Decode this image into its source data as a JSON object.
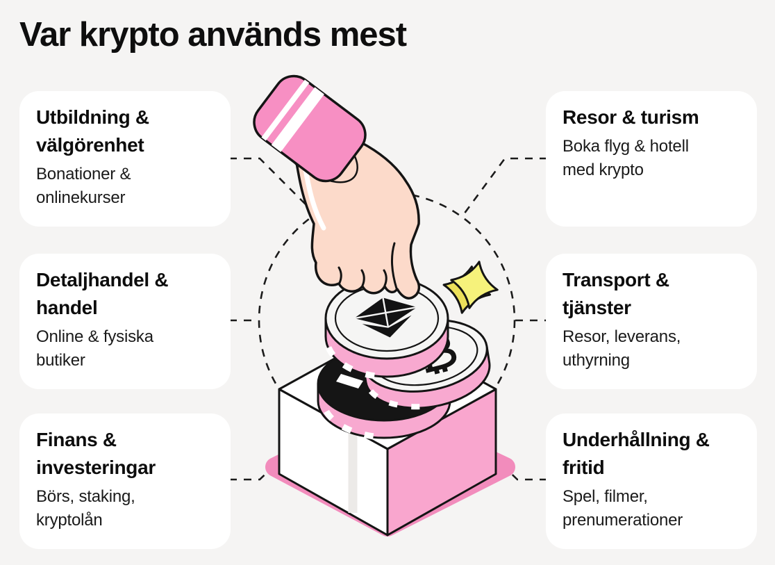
{
  "title": "Var krypto används mest",
  "cards": {
    "left": [
      {
        "heading": [
          "Utbildning &",
          "välgörenhet"
        ],
        "body": [
          "Bonationer &",
          "onlinekurser"
        ]
      },
      {
        "heading": [
          "Detaljhandel &",
          "handel"
        ],
        "body": [
          "Online & fysiska",
          "butiker"
        ]
      },
      {
        "heading": [
          "Finans &",
          "investeringar"
        ],
        "body": [
          "Börs, staking,",
          "kryptolån"
        ]
      }
    ],
    "right": [
      {
        "heading": [
          "Resor & turism"
        ],
        "body": [
          "Boka flyg & hotell",
          "med krypto"
        ]
      },
      {
        "heading": [
          "Transport &",
          "tjänster"
        ],
        "body": [
          "Resor, leverans,",
          "uthyrning"
        ]
      },
      {
        "heading": [
          "Underhållning &",
          "fritid"
        ],
        "body": [
          "Spel, filmer,",
          "prenumerationer"
        ]
      }
    ]
  },
  "illustration": {
    "description": "Hand with pink cuff placing crypto coins (ethereum, bitcoin, dark coin) onto a box, inside a dashed circle with a yellow sparkle",
    "coins": [
      "ethereum-coin",
      "bitcoin-coin",
      "dark-coin"
    ]
  },
  "colors": {
    "background": "#f5f4f3",
    "card": "#ffffff",
    "ink": "#141414",
    "pink_cuff": "#f78fc3",
    "pink_rim": "#f8a9d0",
    "pink_box_face": "#f9a6ce",
    "pink_shadow": "#f28cbc",
    "skin": "#fcdaca",
    "sparkle_yellow": "#f6f27b",
    "bracelet_cream": "#efece2"
  }
}
